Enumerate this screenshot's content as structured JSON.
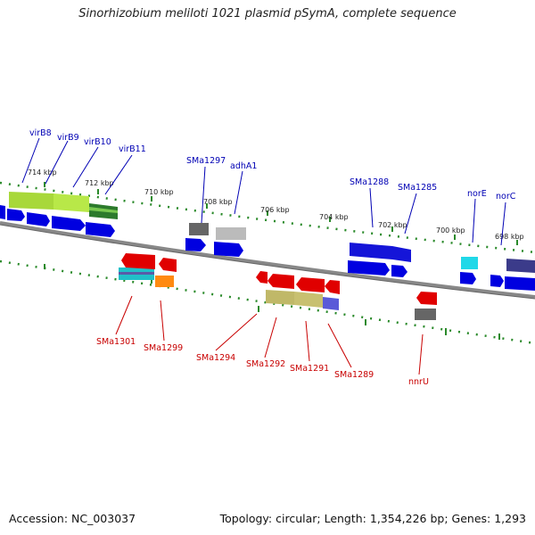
{
  "title": "Sinorhizobium meliloti 1021 plasmid pSymA, complete sequence",
  "footer": {
    "accession": "Accession: NC_003037",
    "topology": "Topology: circular; Length: 1,354,226 bp; Genes: 1,293"
  },
  "colors": {
    "top_label": "#0000b4",
    "bottom_label": "#c80000",
    "tick": "#2a8a2a",
    "backbone": "#888888"
  },
  "scale_labels": [
    "714 kbp",
    "712 kbp",
    "710 kbp",
    "708 kbp",
    "706 kbp",
    "704 kbp",
    "702 kbp",
    "700 kbp",
    "698 kbp"
  ],
  "top_genes": [
    "virB8",
    "virB9",
    "virB10",
    "virB11",
    "SMa1297",
    "adhA1",
    "SMa1288",
    "SMa1285",
    "norE",
    "norC"
  ],
  "bottom_genes": [
    "SMa1301",
    "SMa1299",
    "SMa1294",
    "SMa1292",
    "SMa1291",
    "SMa1289",
    "nnrU"
  ]
}
